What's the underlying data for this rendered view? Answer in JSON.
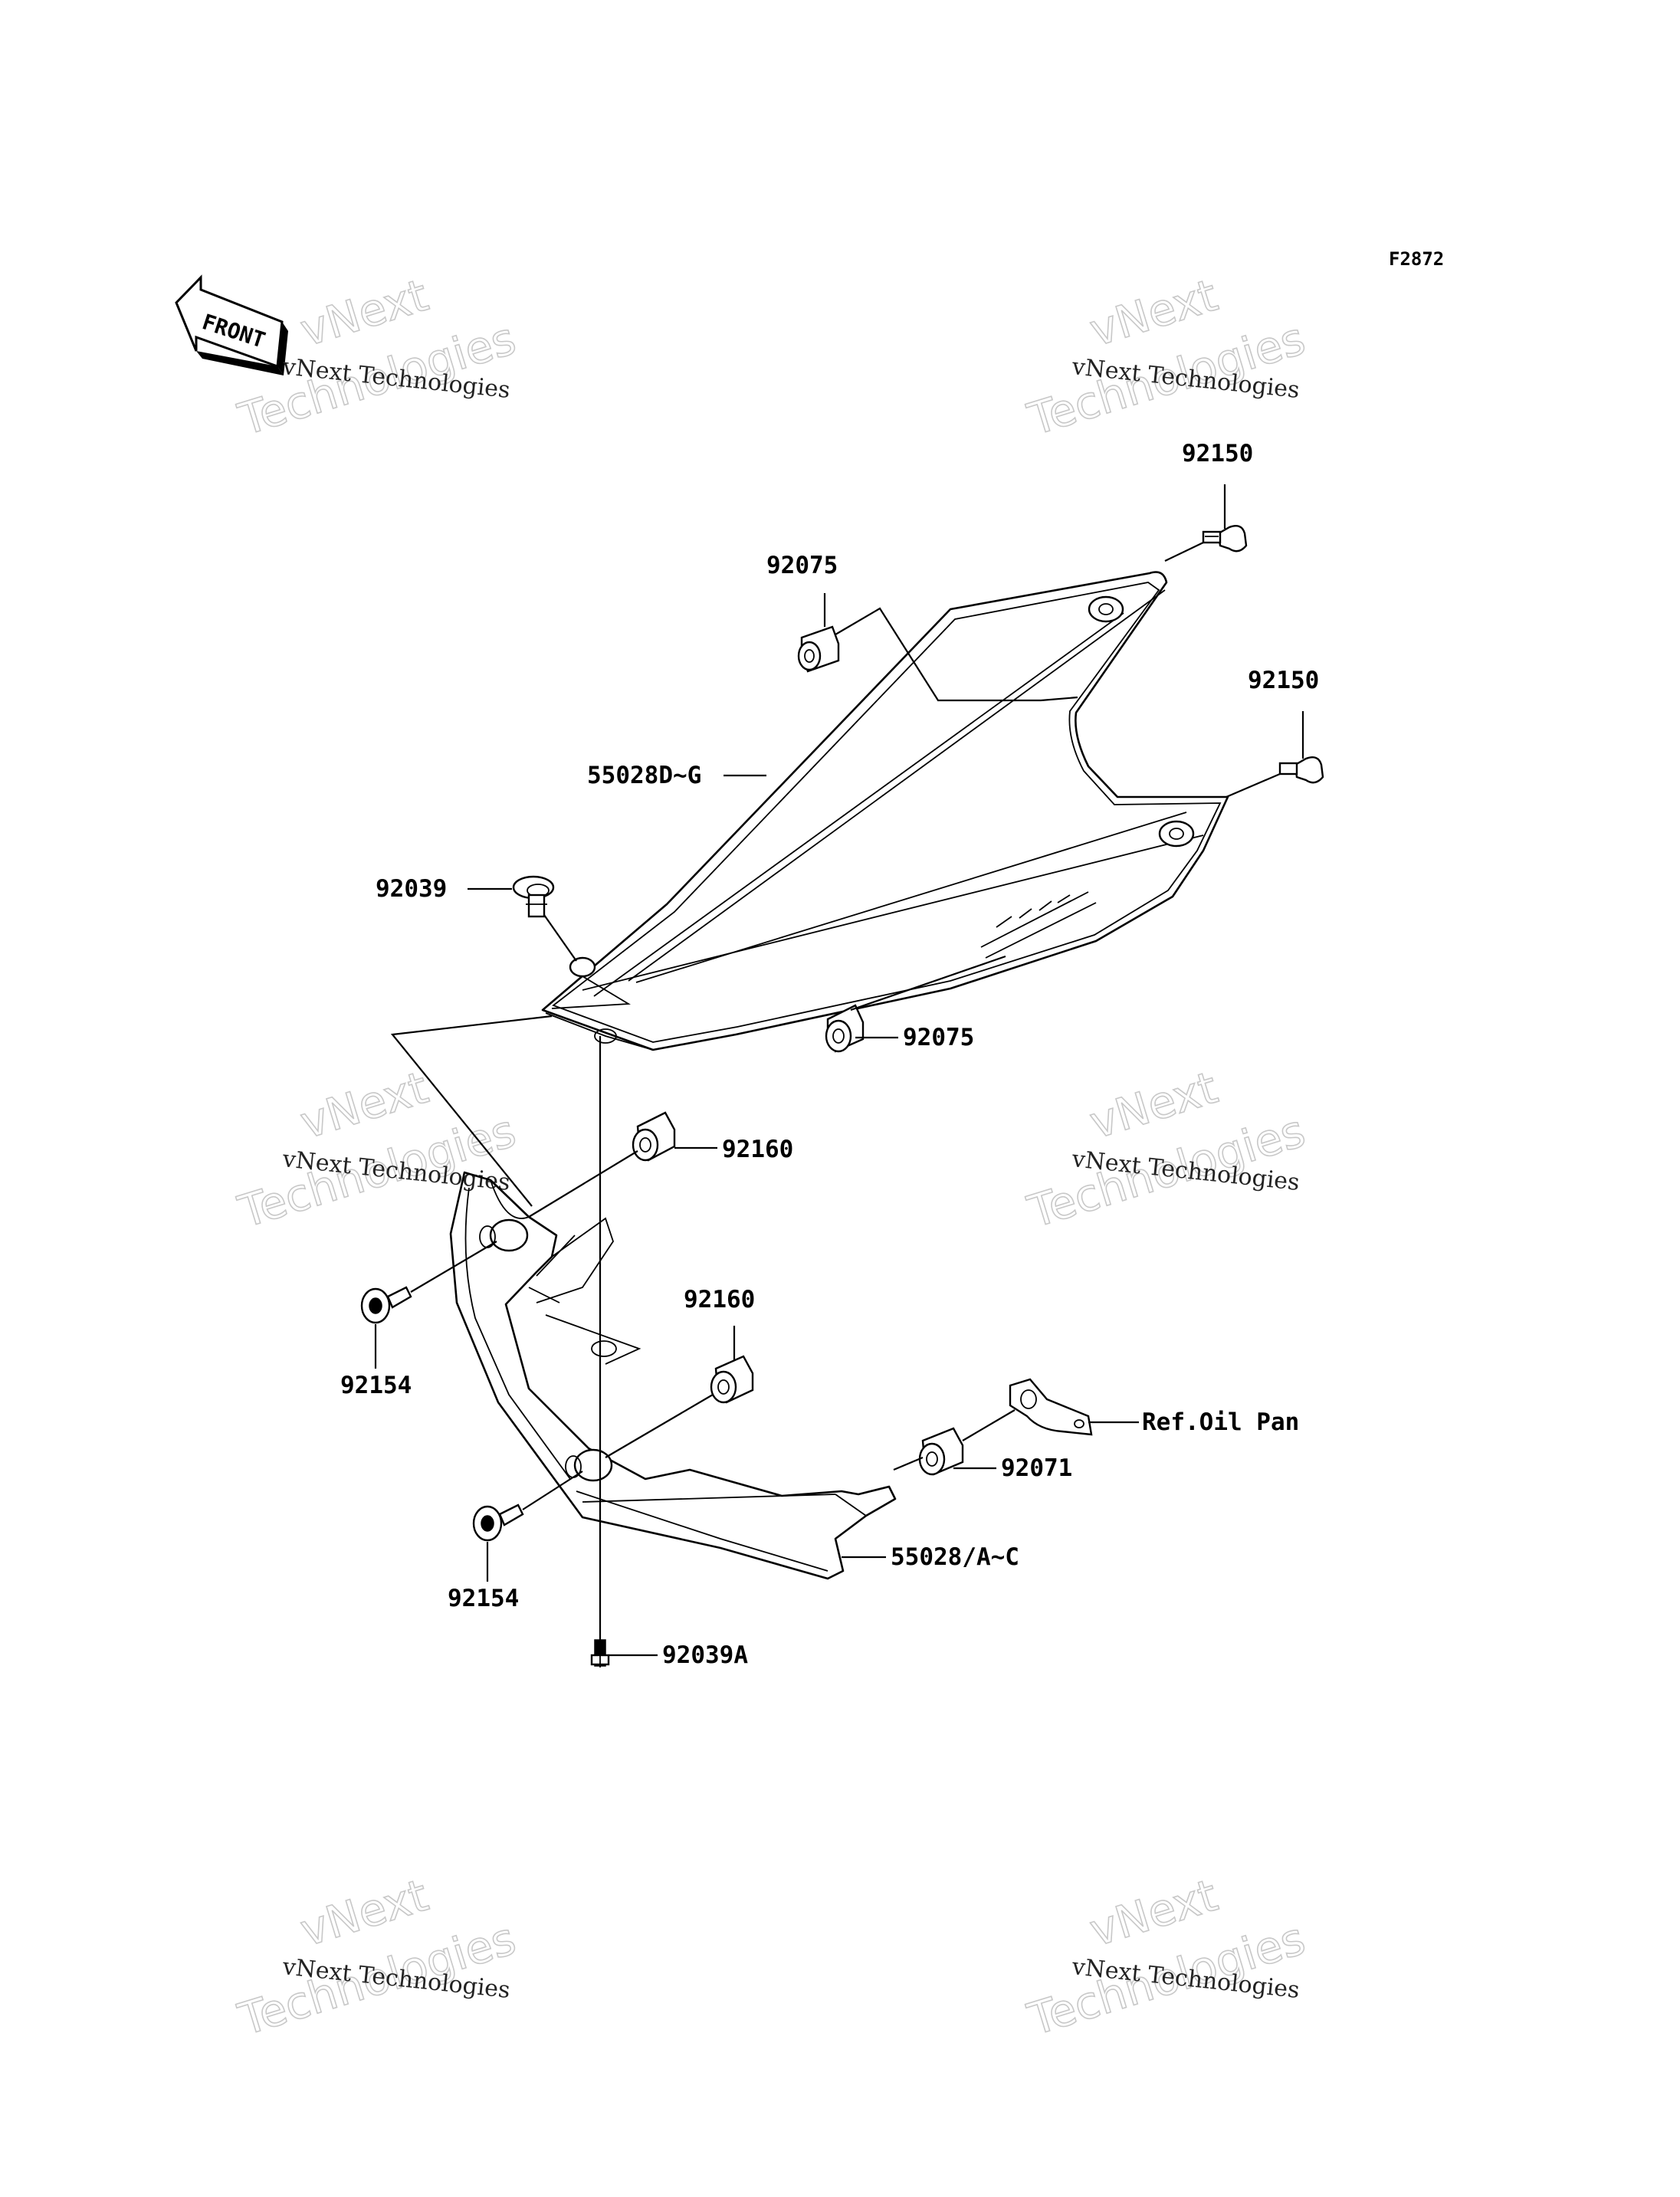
{
  "figure_id": "F2872",
  "front_marker": "FRONT",
  "watermark": {
    "small": "vNext Technologies",
    "big_line1": "vNext",
    "big_line2": "Technologies"
  },
  "parts": {
    "p92150_top": "92150",
    "p92150_mid": "92150",
    "p92075_top": "92075",
    "p92075_bottom": "92075",
    "p55028DG": "55028D~G",
    "p92039": "92039",
    "p92160_top": "92160",
    "p92160_bottom": "92160",
    "p92154_left": "92154",
    "p92154_bottom": "92154",
    "p92071": "92071",
    "p55028AC": "55028/A~C",
    "p92039A": "92039A",
    "ref_oil_pan": "Ref.Oil Pan"
  }
}
